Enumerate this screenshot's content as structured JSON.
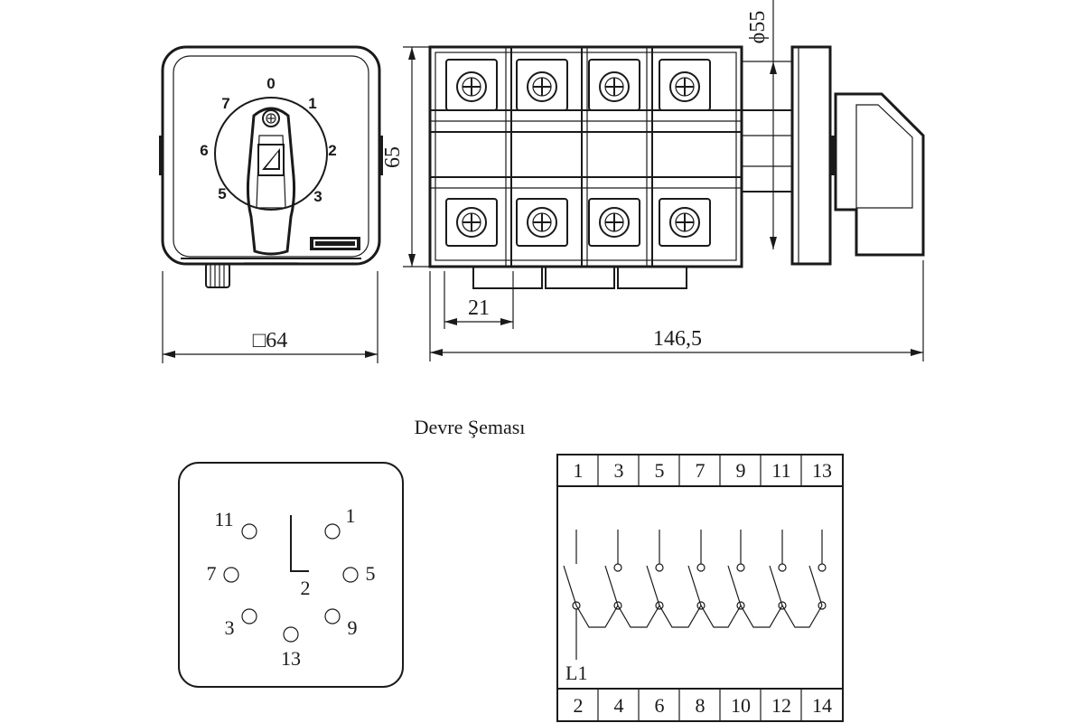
{
  "front_view": {
    "dial_positions": [
      "0",
      "1",
      "2",
      "3",
      "5",
      "6",
      "7"
    ],
    "width_label": "□64"
  },
  "side_view": {
    "height_label": "65",
    "diameter_label": "ϕ55",
    "module_label": "21",
    "length_label": "146,5"
  },
  "circuit": {
    "title": "Devre Şeması",
    "contact_layout": {
      "terminals": [
        "11",
        "1",
        "7",
        "5",
        "3",
        "9",
        "13"
      ],
      "center_label": "2"
    },
    "table": {
      "top_terminals": [
        "1",
        "3",
        "5",
        "7",
        "9",
        "11",
        "13"
      ],
      "bottom_terminals": [
        "2",
        "4",
        "6",
        "8",
        "10",
        "12",
        "14"
      ],
      "input_label": "L1"
    }
  }
}
